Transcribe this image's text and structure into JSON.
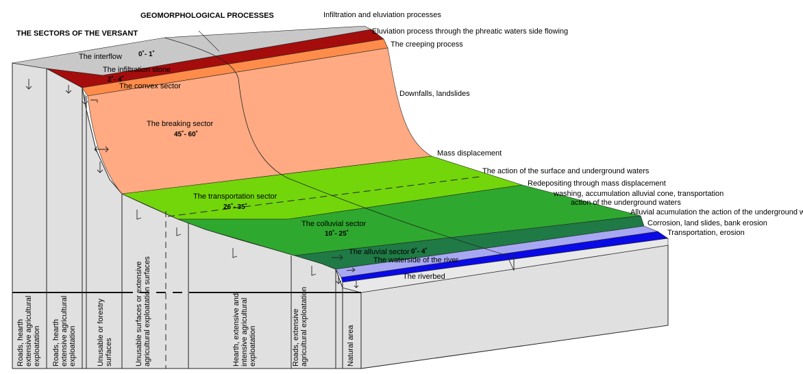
{
  "headers": {
    "processes_title": "GEOMORPHOLOGICAL PROCESSES",
    "sectors_title": "THE SECTORS OF THE VERSANT"
  },
  "processes": [
    "Infiltration and eluviation processes",
    "Eluviation process through the phreatic waters side flowing",
    "The creeping process",
    "Downfalls, landslides",
    "Mass displacement",
    "The action of the surface and underground waters",
    "Redepositing through mass displacement",
    "washing, accumulation alluvial cone, transportation",
    "action of the underground waters",
    "Alluvial acumulation the action of the underground waters",
    "Corrosion, land slides, bank erosion",
    "Transportation, erosion"
  ],
  "sectors": {
    "interflow": {
      "label": "The interflow",
      "angle": "0˚- 1˚"
    },
    "infiltration": {
      "label": "The infiltration stone",
      "angle": "2˚- 4˚"
    },
    "convex": {
      "label": "The convex sector"
    },
    "breaking": {
      "label": "The breaking sector",
      "angle": "45˚- 60˚"
    },
    "transportation": {
      "label": "The transportation sector",
      "angle": "26˚- 35˚"
    },
    "colluvial": {
      "label": "The colluvial sector",
      "angle": "10˚- 25˚"
    },
    "alluvial": {
      "label": "The alluvial sector",
      "angle": "0˚- 4˚"
    },
    "waterside": {
      "label": "The waterside of the river"
    },
    "riverbed": {
      "label": "The riverbed"
    }
  },
  "land_use": [
    "Roads, hearth|extensive agricultural|exploatation",
    "Roads, hearth|extensive agricultural|exploatation",
    "Unusable or forestry|surfaces",
    "Unusable surfaces or extensive|agricultural exploatation surfaces",
    "Hearth, extensive and|intensive agricultural|exploatation",
    "Roads, extensive|agricultural exploatation",
    "Natural area"
  ],
  "colors": {
    "gray_top": "#c8c8c8",
    "interflow_red": "#a50d0d",
    "creeping_orange": "#ff8c4a",
    "breaking_salmon": "#ffaa82",
    "transport_green": "#72d60a",
    "colluvial_green": "#2ea82e",
    "alluvial_green": "#1f7a45",
    "waterside_lilac": "#a8a8f2",
    "riverbed_blue": "#0a0ae6",
    "block_gray": "#e0e0e0"
  }
}
